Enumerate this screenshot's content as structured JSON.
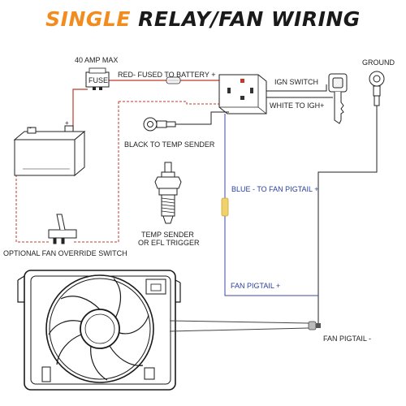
{
  "title": {
    "accent": "SINGLE",
    "rest": "RELAY/FAN WIRING"
  },
  "labels": {
    "amp": "40 AMP MAX",
    "fuse": "FUSE",
    "red_wire": "RED- FUSED TO BATTERY +",
    "ign_switch": "IGN SWITCH",
    "white_wire": "WHITE TO IGH+",
    "ground": "GROUND",
    "black_wire": "BLACK TO TEMP SENDER",
    "blue_wire": "BLUE - TO FAN PIGTAIL +",
    "temp_sender_1": "TEMP SENDER",
    "temp_sender_2": "OR EFL TRIGGER",
    "override": "OPTIONAL FAN OVERRIDE SWITCH",
    "pigtail_plus": "FAN PIGTAIL +",
    "pigtail_minus": "FAN PIGTAIL -"
  },
  "colors": {
    "accent": "#f28c1e",
    "red_wire": "#c0392b",
    "blue_wire": "#3b4aa8",
    "black_wire": "#222222",
    "connector": "#f2d16b"
  },
  "icons": [
    "battery-icon",
    "fuse-icon",
    "relay-icon",
    "key-icon",
    "ring-terminal-icon",
    "temp-sender-icon",
    "toggle-switch-icon",
    "fan-icon"
  ]
}
